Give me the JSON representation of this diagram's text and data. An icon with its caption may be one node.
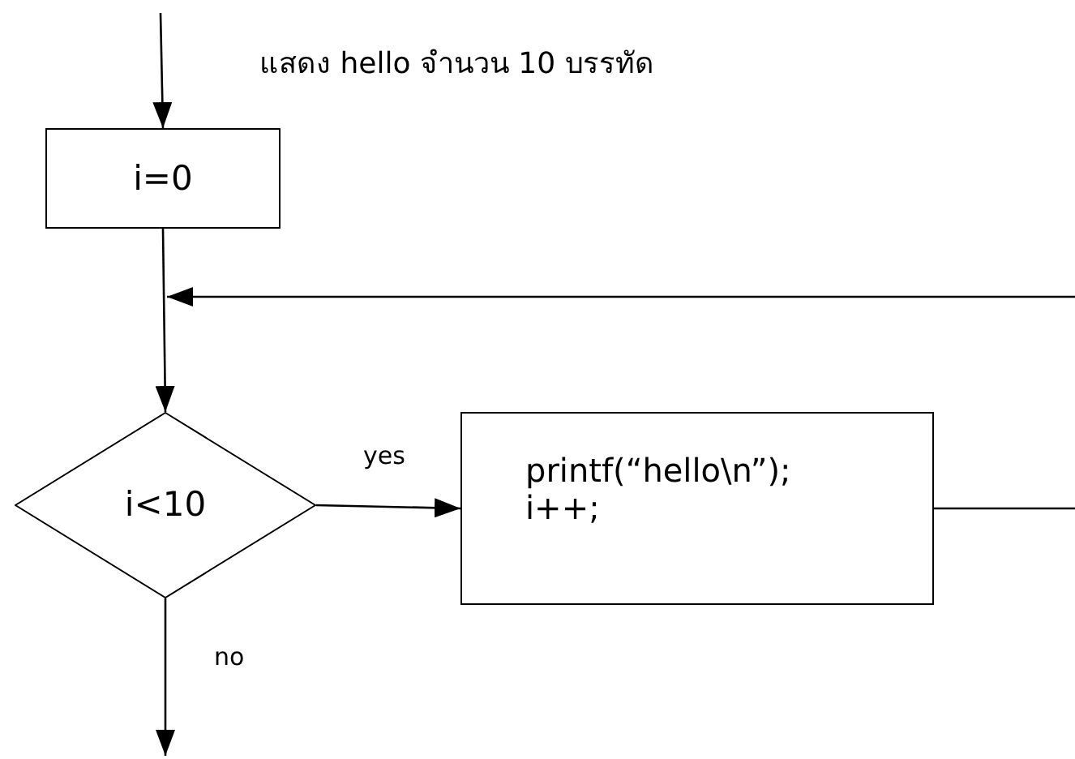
{
  "diagram": {
    "title": "แสดง hello จำนวน 10 บรรทัด",
    "nodes": [
      {
        "text": [
          "i=0"
        ]
      },
      {
        "text": [
          "i<10"
        ]
      },
      {
        "text": [
          "printf(“hello\\n”); i++;"
        ]
      }
    ],
    "edges": [
      {
        "from": null,
        "to": 0,
        "arrow": "to"
      },
      {
        "from": 0,
        "to": 1,
        "arrow": "to"
      },
      {
        "from": 1,
        "to": 2,
        "label": "yes",
        "arrow": "to"
      },
      {
        "from": 2,
        "to": null,
        "arrow": "none"
      },
      {
        "from": null,
        "to": 1,
        "arrow": "to"
      },
      {
        "from": 1,
        "to": null,
        "label": "no",
        "arrow": "to"
      }
    ]
  }
}
